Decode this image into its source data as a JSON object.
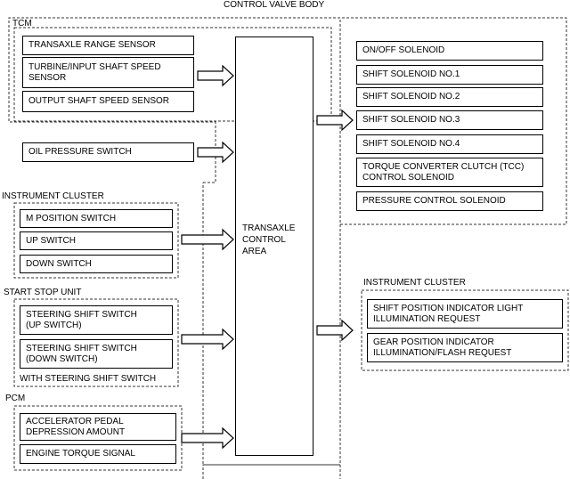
{
  "title": "CONTROL VALVE BODY",
  "tcm": {
    "label": "TCM",
    "items": [
      "TRANSAXLE RANGE SENSOR",
      "TURBINE/INPUT SHAFT SPEED\nSENSOR",
      "OUTPUT SHAFT SPEED SENSOR"
    ]
  },
  "oil_pressure_switch": "OIL PRESSURE SWITCH",
  "instrument_cluster_in": {
    "label": "INSTRUMENT CLUSTER",
    "items": [
      "M POSITION SWITCH",
      "UP SWITCH",
      "DOWN SWITCH"
    ]
  },
  "start_stop_unit": {
    "label": "START STOP UNIT",
    "items": [
      "STEERING SHIFT SWITCH\n(UP SWITCH)",
      "STEERING SHIFT SWITCH\n(DOWN SWITCH)"
    ],
    "note": "WITH STEERING SHIFT SWITCH"
  },
  "pcm": {
    "label": "PCM",
    "items": [
      "ACCELERATOR PEDAL\nDEPRESSION AMOUNT",
      "ENGINE TORQUE SIGNAL"
    ]
  },
  "center": "TRANSAXLE\nCONTROL\nAREA",
  "outputs": [
    "ON/OFF SOLENOID",
    "SHIFT SOLENOID NO.1",
    "SHIFT SOLENOID NO.2",
    "SHIFT SOLENOID NO.3",
    "SHIFT SOLENOID NO.4",
    "TORQUE CONVERTER CLUTCH (TCC)\nCONTROL SOLENOID",
    "PRESSURE CONTROL SOLENOID"
  ],
  "instrument_cluster_out": {
    "label": "INSTRUMENT CLUSTER",
    "items": [
      "SHIFT POSITION INDICATOR LIGHT\nILLUMINATION REQUEST",
      "GEAR POSITION INDICATOR\nILLUMINATION/FLASH REQUEST"
    ]
  }
}
